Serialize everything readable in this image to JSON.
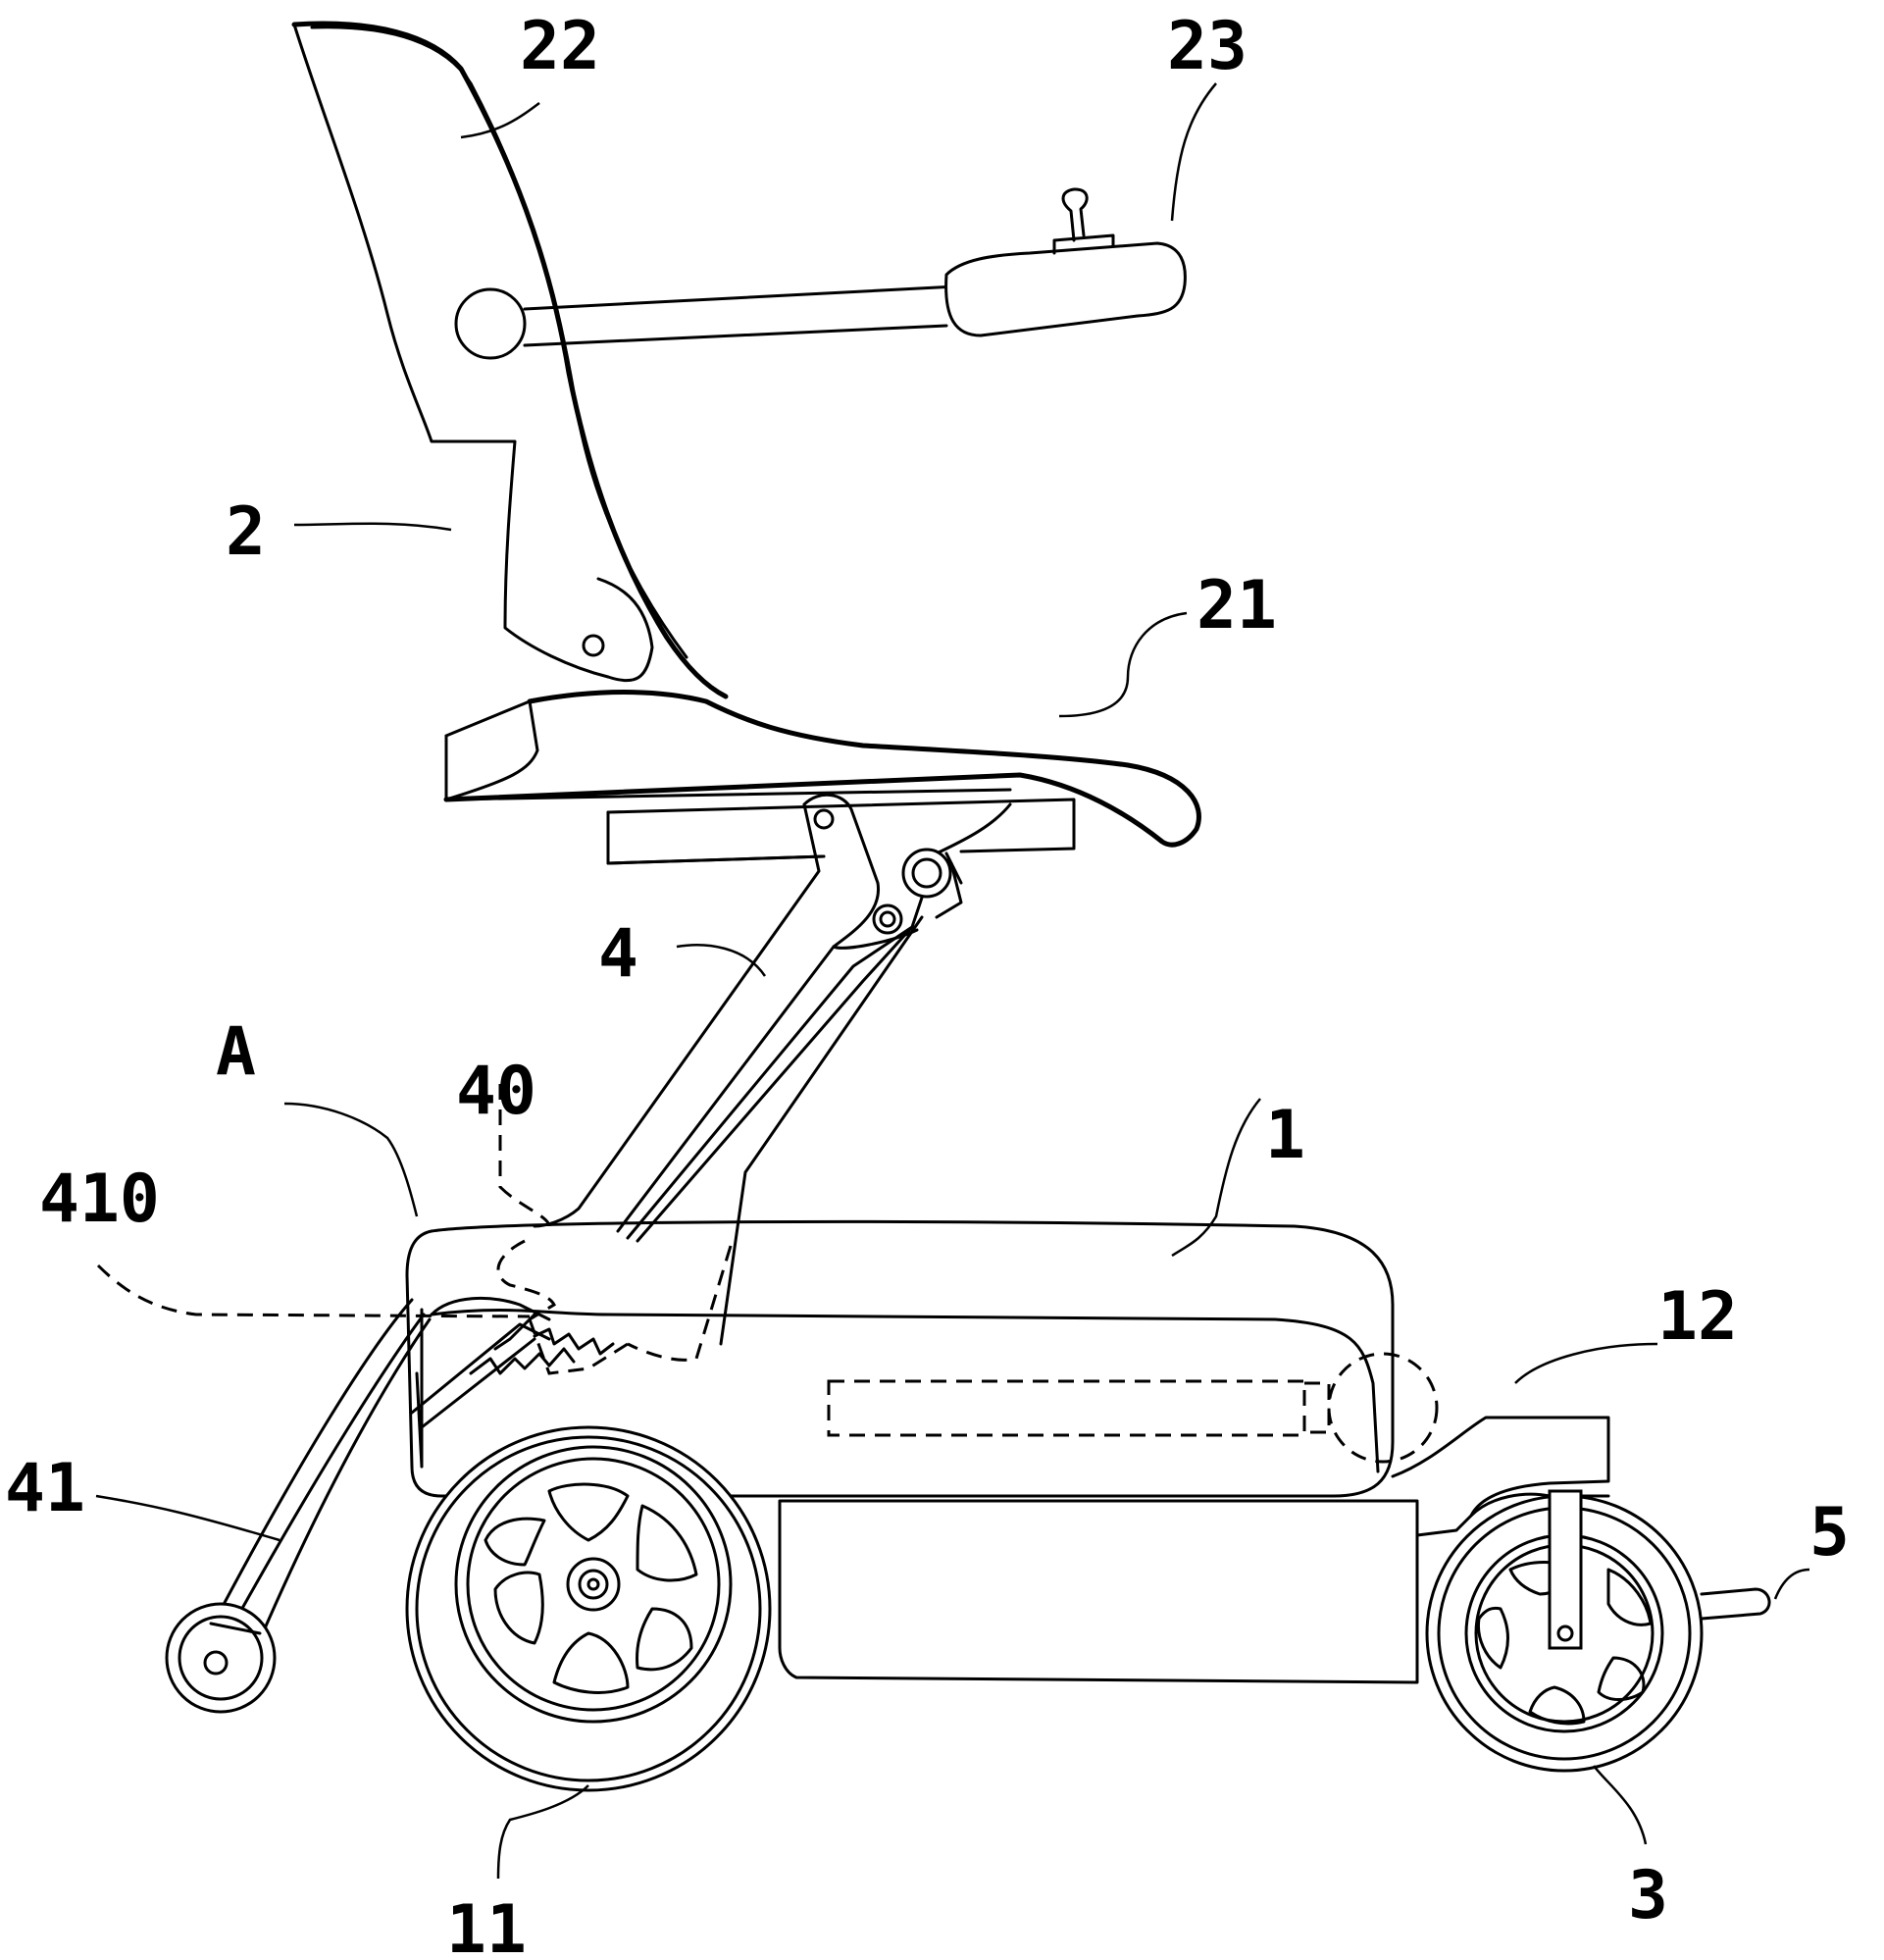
{
  "labels": {
    "backrest": "22",
    "armrest": "23",
    "seat_assembly": "2",
    "seat": "21",
    "lift_arm": "4",
    "detail_a": "A",
    "pivot": "40",
    "rack": "410",
    "base": "1",
    "drive_unit": "12",
    "rear_support": "41",
    "front_bar": "5",
    "drive_wheel": "11",
    "front_wheel": "3"
  }
}
